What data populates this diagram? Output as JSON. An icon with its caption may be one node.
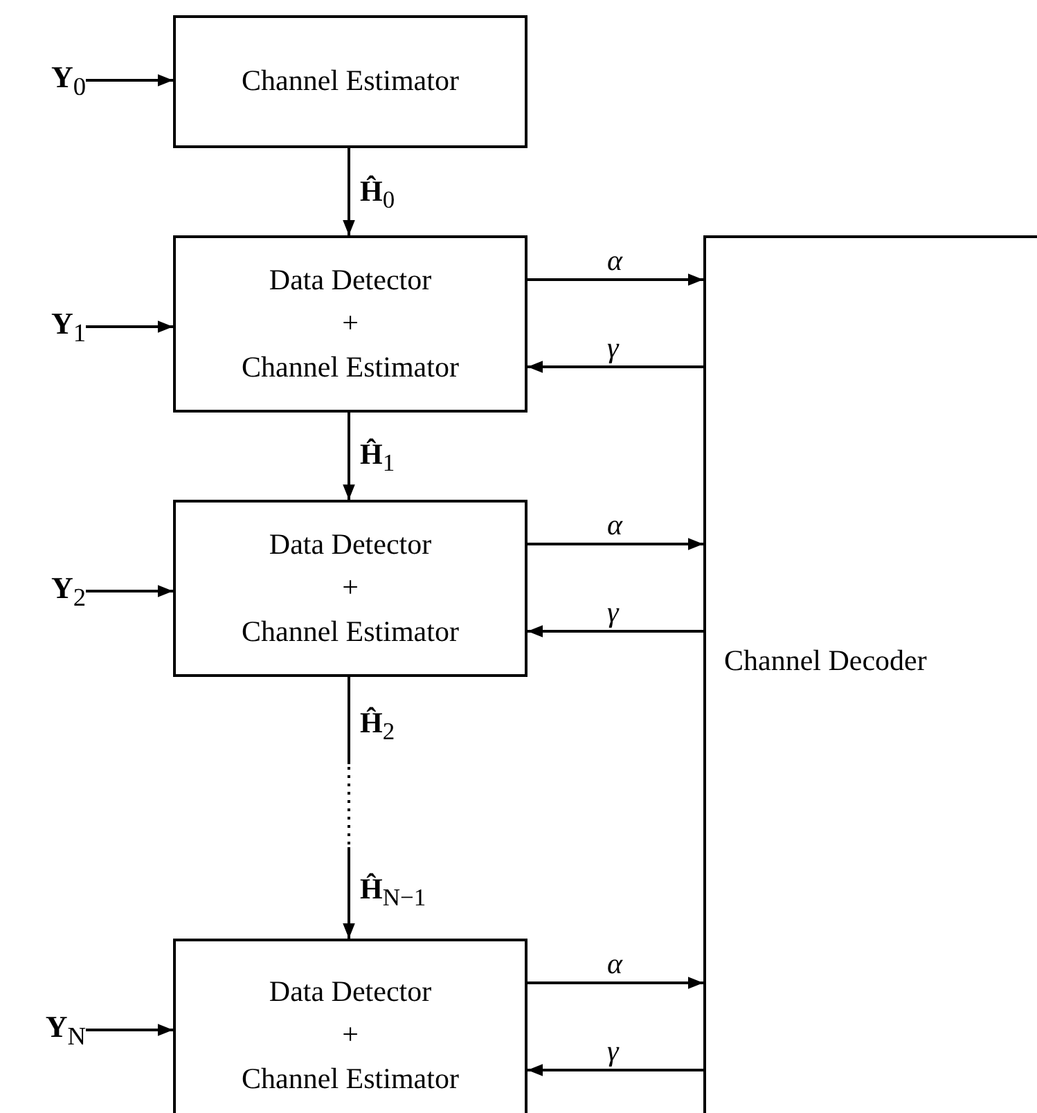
{
  "diagram": {
    "nodes": [
      {
        "text": [
          "**Y**$_{0}$"
        ]
      },
      {
        "text": [
          "Channel Estimator"
        ]
      },
      {
        "text": [
          "**Y**$_{1}$"
        ]
      },
      {
        "text": [
          "Data Detector",
          "+",
          "Channel Estimator"
        ]
      },
      {
        "text": [
          "**Y**$_{2}$"
        ]
      },
      {
        "text": [
          "Data Detector",
          "+",
          "Channel Estimator"
        ]
      },
      {
        "text": [
          "**Y**$_{N}$"
        ]
      },
      {
        "text": [
          "Data Detector",
          "+",
          "Channel Estimator"
        ]
      },
      {
        "text": [
          "Channel Decoder"
        ]
      }
    ],
    "edges": [
      {
        "from": 0,
        "to": 1,
        "arrow": "to"
      },
      {
        "from": 1,
        "to": 3,
        "arrow": "to",
        "label": "**Ĥ**$_{0}$"
      },
      {
        "from": 2,
        "to": 3,
        "arrow": "to"
      },
      {
        "from": 3,
        "to": 8,
        "arrow": "to",
        "label": "α"
      },
      {
        "from": 8,
        "to": 3,
        "arrow": "to",
        "label": "γ"
      },
      {
        "from": 3,
        "to": 5,
        "arrow": "to",
        "label": "**Ĥ**$_{1}$"
      },
      {
        "from": 4,
        "to": 5,
        "arrow": "to"
      },
      {
        "from": 5,
        "to": 8,
        "arrow": "to",
        "label": "α"
      },
      {
        "from": 8,
        "to": 5,
        "arrow": "to",
        "label": "γ"
      },
      {
        "from": 5,
        "to": null,
        "arrow": "none",
        "label": "**Ĥ**$_{2}$"
      },
      {
        "from": null,
        "to": 7,
        "arrow": "to",
        "label": "**Ĥ**$_{N−1}$"
      },
      {
        "from": 6,
        "to": 7,
        "arrow": "to"
      },
      {
        "from": 7,
        "to": 8,
        "arrow": "to",
        "label": "α"
      },
      {
        "from": 8,
        "to": 7,
        "arrow": "to",
        "label": "γ"
      }
    ]
  }
}
